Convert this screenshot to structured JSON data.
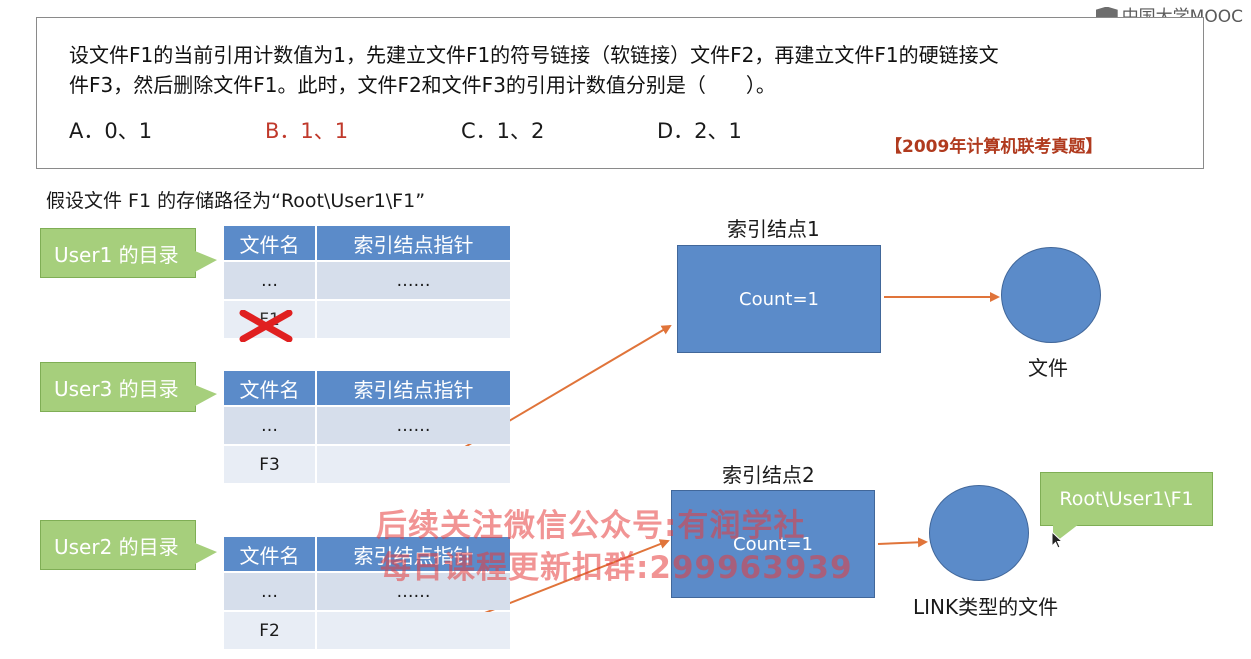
{
  "logo": {
    "text": "中国大学MOOC"
  },
  "question": {
    "line1": "设文件F1的当前引用计数值为1，先建立文件F1的符号链接（软链接）文件F2，再建立文件F1的硬链接文",
    "line2": "件F3，然后删除文件F1。此时，文件F2和文件F3的引用计数值分别是（　　）。",
    "options": [
      {
        "label": "A．0、1",
        "correct": false
      },
      {
        "label": "B．1、1",
        "correct": true
      },
      {
        "label": "C．1、2",
        "correct": false
      },
      {
        "label": "D．2、1",
        "correct": false
      }
    ],
    "source": "【2009年计算机联考真题】"
  },
  "path_intro": "假设文件 F1 的存储路径为“Root\\User1\\F1”",
  "directories": [
    {
      "callout": "User1 的目录",
      "header": [
        "文件名",
        "索引结点指针"
      ],
      "rows": [
        [
          "…",
          "……"
        ],
        [
          "F1",
          ""
        ]
      ]
    },
    {
      "callout": "User3 的目录",
      "header": [
        "文件名",
        "索引结点指针"
      ],
      "rows": [
        [
          "…",
          "……"
        ],
        [
          "F3",
          ""
        ]
      ]
    },
    {
      "callout": "User2 的目录",
      "header": [
        "文件名",
        "索引结点指针"
      ],
      "rows": [
        [
          "…",
          "……"
        ],
        [
          "F2",
          ""
        ]
      ]
    }
  ],
  "inodes": [
    {
      "title": "索引结点1",
      "text": "Count=1"
    },
    {
      "title": "索引结点2",
      "text": "Count=1"
    }
  ],
  "targets": [
    {
      "label": "文件"
    },
    {
      "label": "LINK类型的文件"
    }
  ],
  "link_callout": "Root\\User1\\F1",
  "watermark": {
    "line1": "后续关注微信公众号:有润学社",
    "line2": "每日课程更新扣群:299963939"
  },
  "colors": {
    "header_blue": "#5b8bc9",
    "callout_green": "#a6cf7c",
    "arrow_orange": "#e0743a",
    "correct_red": "#c0392b",
    "delete_red": "#e02020"
  },
  "icons": {
    "delete": "x-mark-icon",
    "cursor": "mouse-pointer-icon",
    "logo": "book-icon"
  }
}
